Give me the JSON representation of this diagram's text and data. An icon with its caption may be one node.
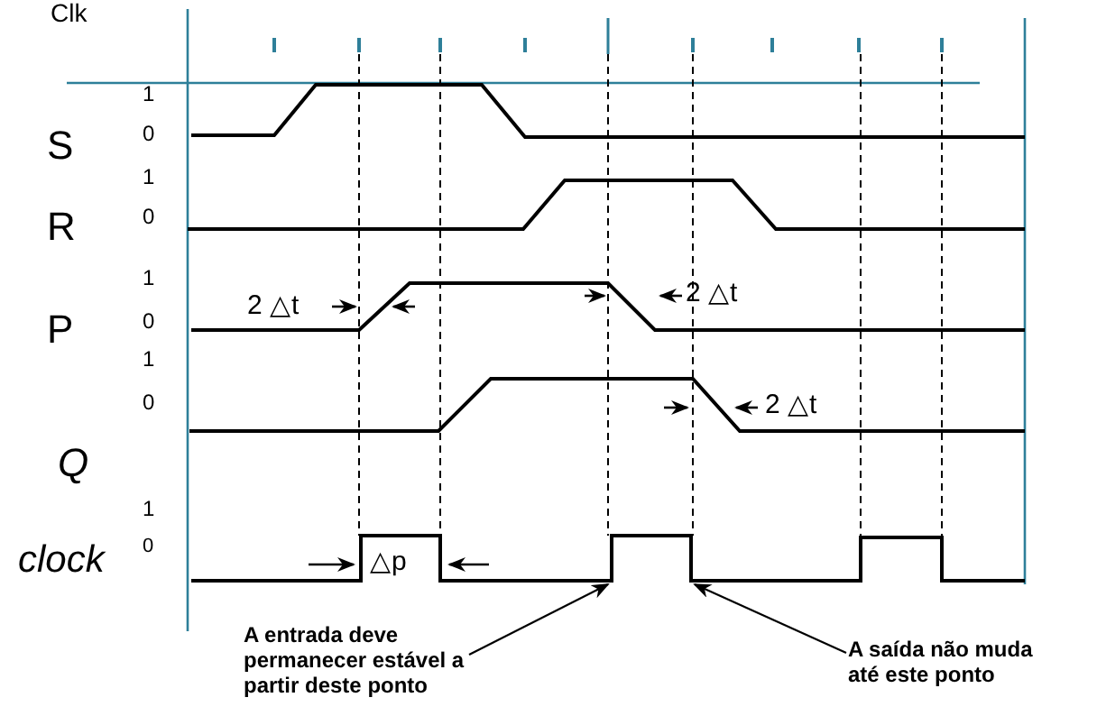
{
  "diagram": {
    "nodes": [
      {
        "text": [
          "A entrada deve permanecer estável a partir deste ponto"
        ]
      },
      {
        "text": [
          "A saída não muda até este ponto"
        ]
      },
      {
        "text": [],
        "shape": "line"
      }
    ],
    "edges": [
      {
        "from": 0,
        "to": 2,
        "arrow": "to"
      },
      {
        "from": 1,
        "to": 2,
        "arrow": "to"
      }
    ],
    "labels": [
      "Clk",
      "1",
      "0",
      "S",
      "1",
      "0",
      "R",
      "1",
      "2 △t",
      "0",
      "P",
      "2 △t",
      "1",
      "0",
      "2 △t",
      "Q",
      "1",
      "0",
      "clock",
      "△p"
    ]
  }
}
